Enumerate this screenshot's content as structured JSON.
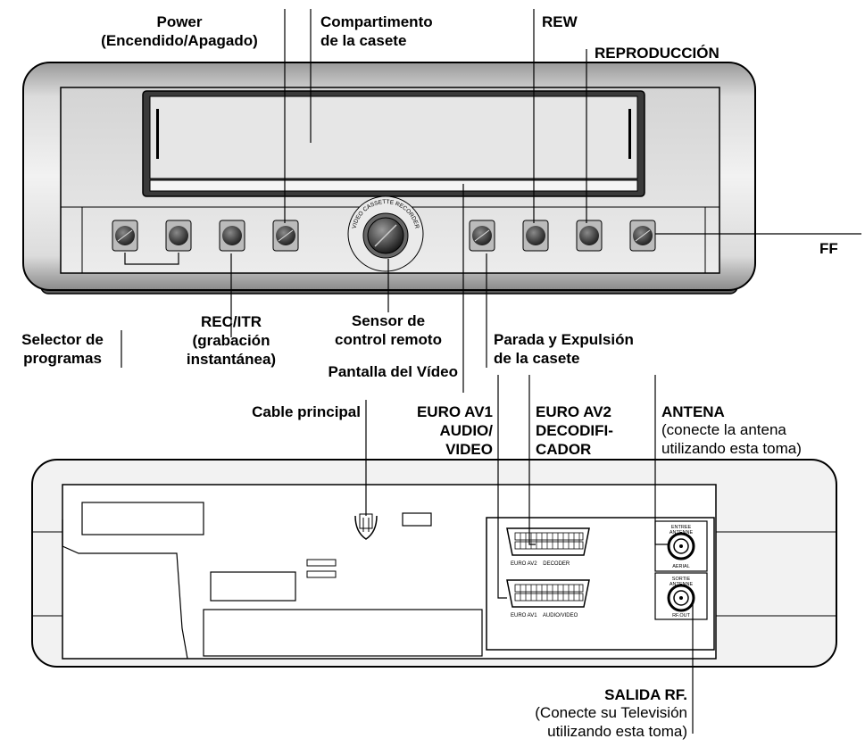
{
  "front_labels": {
    "power": "Power\n(Encendido/Apagado)",
    "cassette_compartment": "Compartimento\nde la casete",
    "rew": "REW",
    "play": "REPRODUCCIÓN",
    "ff": "FF",
    "program_selector": "Selector de\nprogramas",
    "rec_itr": "REC/ITR\n(grabación\ninstantánea)",
    "remote_sensor": "Sensor de\ncontrol remoto",
    "display": "Pantalla del Vídeo",
    "stop_eject": "Parada y Expulsión\nde la casete"
  },
  "rear_labels": {
    "mains_cable": "Cable principal",
    "euro_av1": "EURO AV1\nAUDIO/\nVIDEO",
    "euro_av2": "EURO AV2\nDECODIFI-\nCADOR",
    "antenna_title": "ANTENA",
    "antenna_desc": "(conecte la antena\nutilizando esta toma)",
    "rf_out_title": "SALIDA RF.",
    "rf_out_desc": "(Conecte su Televisión\nutilizando esta toma)"
  },
  "panel_print": {
    "dial_ring": "VIDEO CASSETTE RECORDER",
    "euro_av2_print": "EURO AV2    DECODER",
    "euro_av1_print": "EURO AV1    AUDIO/VIDEO",
    "aerial_top": "ENTREE\nANTENNE",
    "aerial_bottom": "AERIAL",
    "rfout_top": "SORTIE\nANTENNE",
    "rfout_bottom": "RF.OUT"
  }
}
